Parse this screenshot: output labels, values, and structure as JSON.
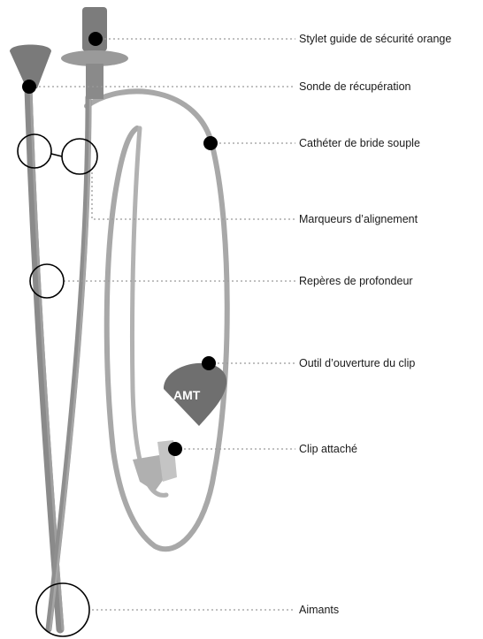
{
  "labels": {
    "stylet": "Stylet guide de sécurité orange",
    "sonde": "Sonde de récupération",
    "catheter": "Cathéter de bride souple",
    "marqueurs": "Marqueurs d’alignement",
    "reperes": "Repères de profondeur",
    "outil": "Outil d’ouverture du clip",
    "clip": "Clip attaché",
    "aimants": "Aimants"
  },
  "logo_text": "AMT",
  "colors": {
    "device": "#8c8c8c",
    "device_dark": "#5e5e5e",
    "tube": "#a6a6a6",
    "leader": "#9a9a9a",
    "marker": "#000000"
  }
}
